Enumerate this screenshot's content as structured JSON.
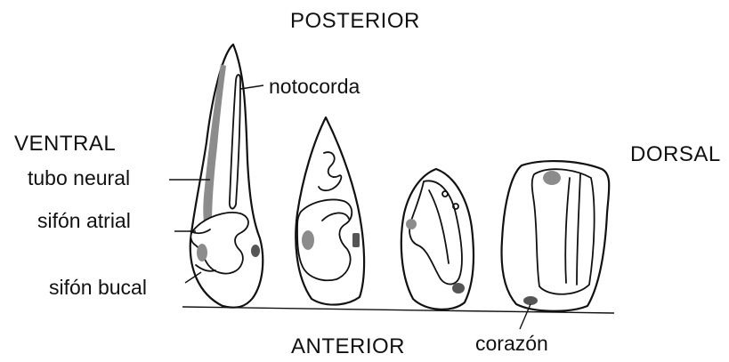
{
  "directions": {
    "top": "POSTERIOR",
    "bottom": "ANTERIOR",
    "left": "VENTRAL",
    "right": "DORSAL"
  },
  "labels": {
    "notochord": "notocorda",
    "neural_tube": "tubo neural",
    "atrial_siphon": "sifón atrial",
    "buccal_siphon": "sifón bucal",
    "heart": "corazón"
  },
  "colors": {
    "ink": "#111111",
    "shading": "#8c8c8c",
    "organ_spot": "#555555",
    "background": "#ffffff"
  }
}
